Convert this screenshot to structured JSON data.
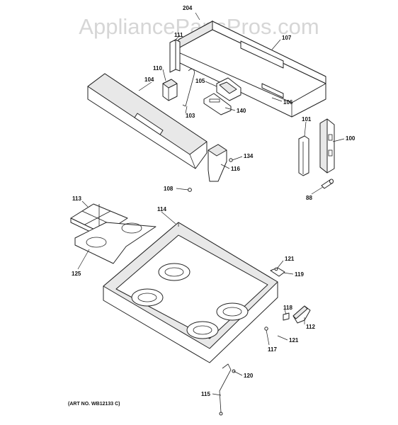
{
  "watermark": "AppliancePartsPros.com",
  "art_number": "(ART NO. WB12133 C)",
  "callouts": {
    "c204": "204",
    "c111": "111",
    "c107": "107",
    "c110": "110",
    "c104": "104",
    "c105": "105",
    "c106": "106",
    "c140": "140",
    "c103": "103",
    "c101": "101",
    "c100": "100",
    "c134": "134",
    "c116": "116",
    "c108": "108",
    "c88": "88",
    "c113": "113",
    "c114": "114",
    "c125": "125",
    "c121a": "121",
    "c119": "119",
    "c118": "118",
    "c112": "112",
    "c117": "117",
    "c121b": "121",
    "c120": "120",
    "c115": "115"
  }
}
